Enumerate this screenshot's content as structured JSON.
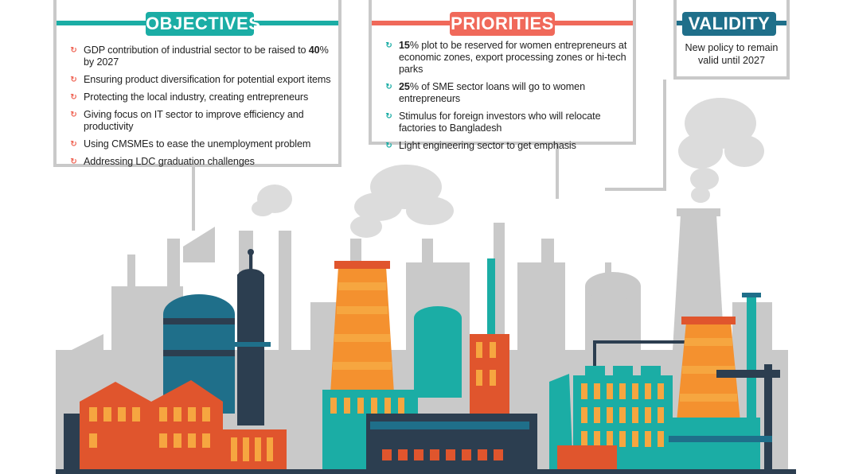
{
  "objectives": {
    "title": "OBJECTIVES",
    "items": [
      {
        "pre": "GDP contribution of industrial sector to be raised to ",
        "bold": "40",
        "post": "% by 2027"
      },
      {
        "pre": "Ensuring product diversification for potential export items",
        "bold": "",
        "post": ""
      },
      {
        "pre": "Protecting the local industry, creating entrepreneurs",
        "bold": "",
        "post": ""
      },
      {
        "pre": "Giving focus on IT sector to improve efficiency and productivity",
        "bold": "",
        "post": ""
      },
      {
        "pre": "Using CMSMEs to ease the unemployment problem",
        "bold": "",
        "post": ""
      },
      {
        "pre": "Addressing LDC graduation challenges",
        "bold": "",
        "post": ""
      }
    ]
  },
  "priorities": {
    "title": "PRIORITIES",
    "items": [
      {
        "pre": "",
        "bold": "15",
        "post": "% plot to be reserved for women entrepreneurs at economic zones, export processing zones or hi-tech parks"
      },
      {
        "pre": "",
        "bold": "25",
        "post": "% of SME sector loans will go to women entrepreneurs"
      },
      {
        "pre": "Stimulus for foreign investors who will relocate factories to Bangladesh",
        "bold": "",
        "post": ""
      },
      {
        "pre": "Light engineering sector to get emphasis",
        "bold": "",
        "post": ""
      }
    ]
  },
  "validity": {
    "title": "VALIDITY",
    "line1": "New policy to remain",
    "line2": "valid until 2027"
  },
  "colors": {
    "teal": "#1bada5",
    "salmon": "#f0695a",
    "navy": "#1f6f8a",
    "orange": "#f4912f",
    "red_orange": "#e0552d",
    "dark_blue": "#2c3e50",
    "grey": "#c9c9c9"
  }
}
